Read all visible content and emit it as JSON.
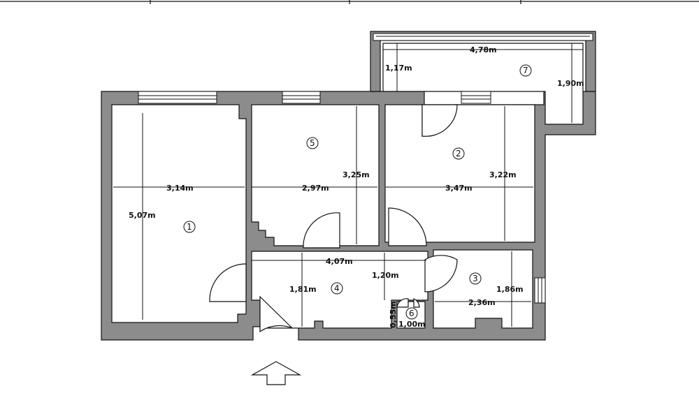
{
  "rooms": [
    {
      "number": "1"
    },
    {
      "number": "2"
    },
    {
      "number": "3"
    },
    {
      "number": "4"
    },
    {
      "number": "5"
    },
    {
      "number": "6"
    },
    {
      "number": "7"
    }
  ],
  "dimensions": {
    "room1_width": "3,14m",
    "room1_length": "5,07m",
    "room5_width": "2,97m",
    "room5_length": "3,25m",
    "room2_width": "3,47m",
    "room2_length": "3,22m",
    "hall_width": "4,07m",
    "hall_length": "1,81m",
    "hall_depth": "1,20m",
    "room3_width": "2,36m",
    "room3_length": "1,86m",
    "room6_width": "1,00m",
    "room6_length": "0,55m",
    "balcony_width": "4,78m",
    "balcony_length": "1,90m",
    "balcony_depth": "1,17m"
  },
  "icons": {
    "entrance": "entrance-arrow-icon"
  }
}
